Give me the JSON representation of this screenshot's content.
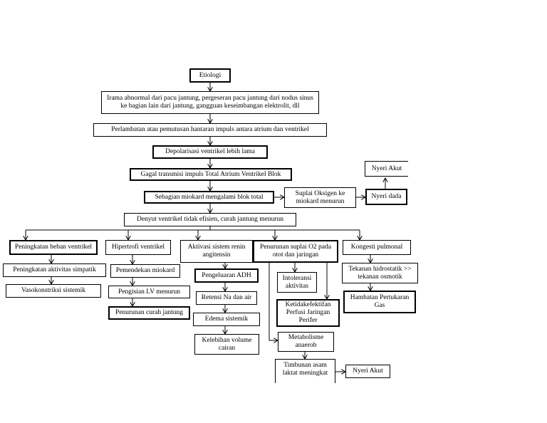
{
  "diagram": {
    "nodes": {
      "etiologi": "Etiologi",
      "irama": "Irama abnormal dari pacu jantung, pergeseran pacu jantung dari nodus sinus ke bagian lain dari jantung, gangguan keseimbangan elektrolit, dll",
      "perlambatan": "Perlambatan atau pemutusan hantaran impuls antara atrium dan ventrikel",
      "depolarisasi": "Depolarisasi ventrikel lebih lama",
      "gagal": "Gagal transmisi impuls Total Atrium Ventrikel Blok",
      "sebagian": "Sebagian miokard mengalami blok total",
      "suplai": "Suplai Oksigen ke miokard menurun",
      "nyeri_dada": "Nyeri dada",
      "nyeri_akut_top": "Nyeri Akut",
      "denyut": "Denyut ventrikel tidak efisien, curah jantung menurun",
      "peningkatan_beban": "Peningkatan beban ventrikel",
      "peningkatan_aktivitas": "Peningkatan aktivitas simpatik",
      "vasokonstriksi": "Vasokonstriksi sistemik",
      "hipertrofi": "Hipertrofi ventrikel",
      "pemendekan": "Pemendekan miokard",
      "pengisian": "Pengisian LV menurun",
      "penurunan_curah": "Penurunan curah jantung",
      "aktivasi": "Aktivasi sistem renin angitensin",
      "pengeluaran": "Pengeluaran ADH",
      "retensi": "Retensi Na dan air",
      "edema": "Edema sistemik",
      "kelebihan": "Kelebihan volume cairan",
      "penurunan_suplai": "Penurunan suplai O2 pada otot dan jaringan",
      "intoleransi": "Intoleransi aktivitas",
      "ketidakefektifan": "Ketidakefektifan Perfusi Jaringan Perifer",
      "metabolisme": "Metabolisme anaerob",
      "timbunan": "Timbunan asam laktat meningkat",
      "nyeri_akut_bottom": "Nyeri Akut",
      "kongesti": "Kongesti pulmonal",
      "tekanan": "Tekanan hidrostatik >> tekanan osmotik",
      "hambatan": "Hambatan Pertukaran Gas"
    }
  }
}
